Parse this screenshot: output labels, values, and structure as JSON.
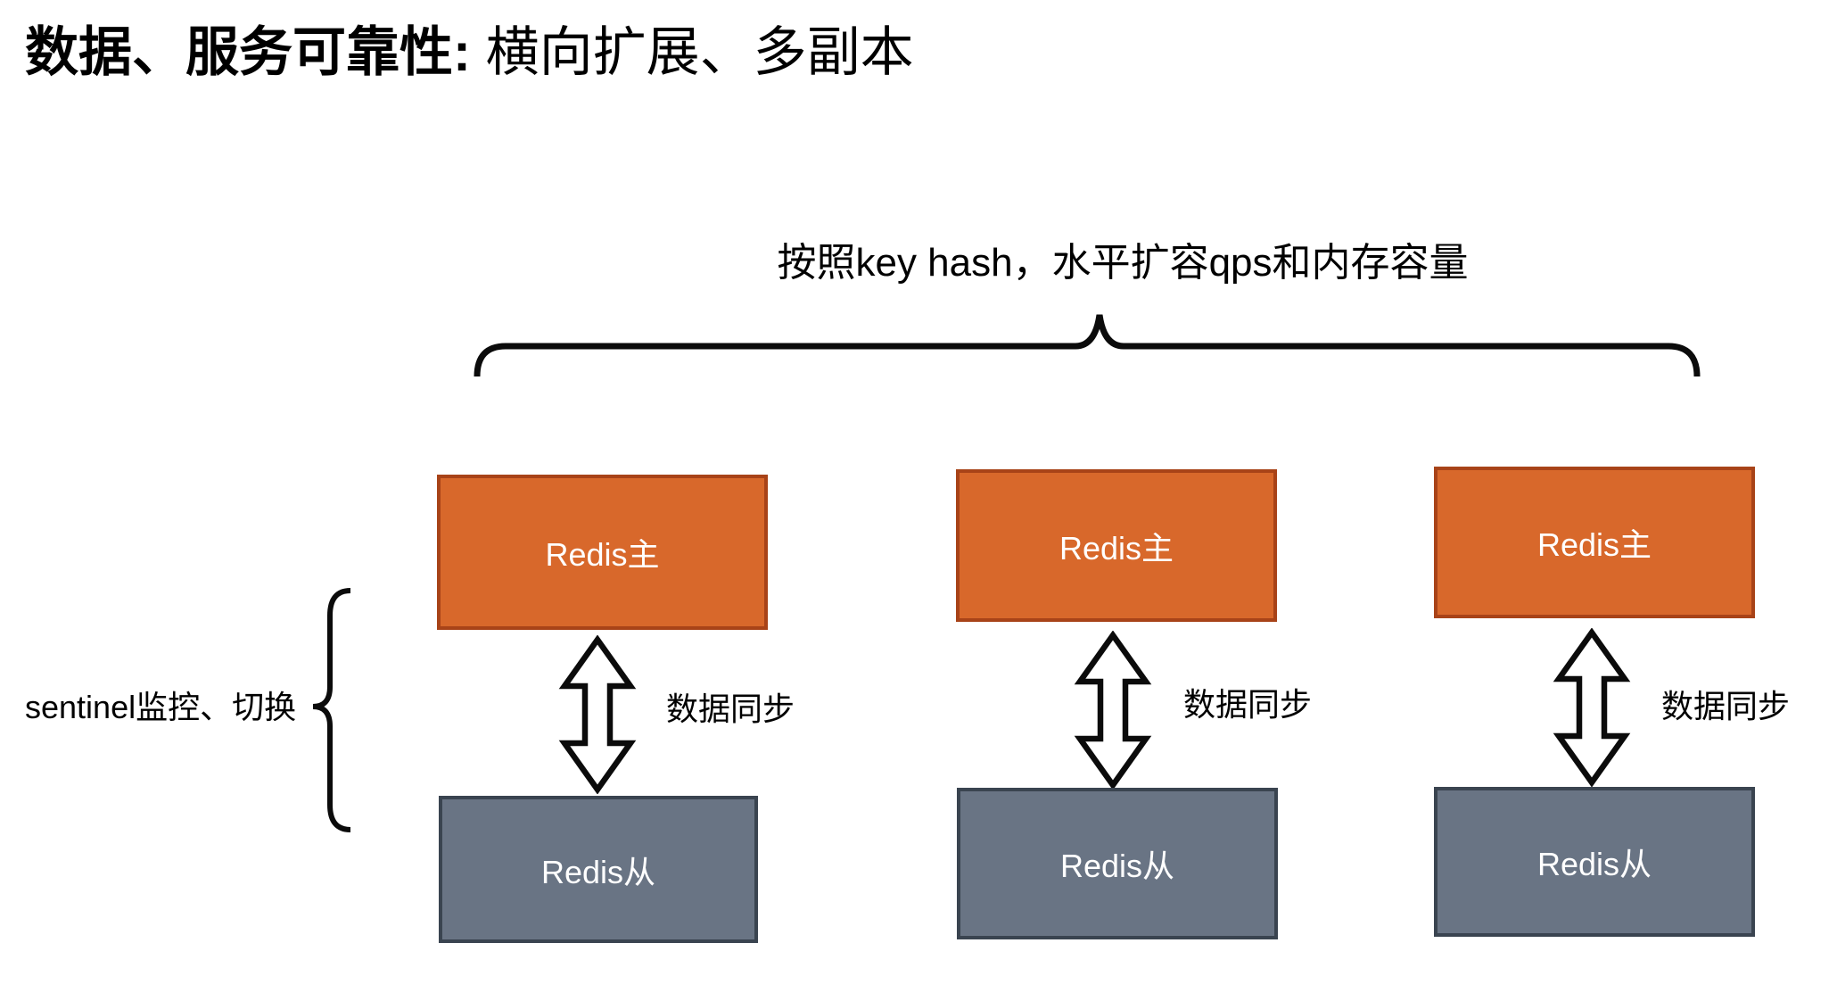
{
  "slide": {
    "title_emphasis": "数据、服务可靠性:",
    "title_rest": " 横向扩展、多副本"
  },
  "annotations": {
    "shard_note": "按照key hash，水平扩容qps和内存容量",
    "sentinel_note": "sentinel监控、切换"
  },
  "columns": [
    {
      "master": "Redis主",
      "sync": "数据同步",
      "slave": "Redis从"
    },
    {
      "master": "Redis主",
      "sync": "数据同步",
      "slave": "Redis从"
    },
    {
      "master": "Redis主",
      "sync": "数据同步",
      "slave": "Redis从"
    }
  ],
  "colors": {
    "master_fill": "#D8682B",
    "master_border": "#A84318",
    "slave_fill": "#697484",
    "slave_border": "#3A4450",
    "text": "#000000",
    "box_text": "#FFFFFF",
    "line": "#0B0B0B"
  }
}
